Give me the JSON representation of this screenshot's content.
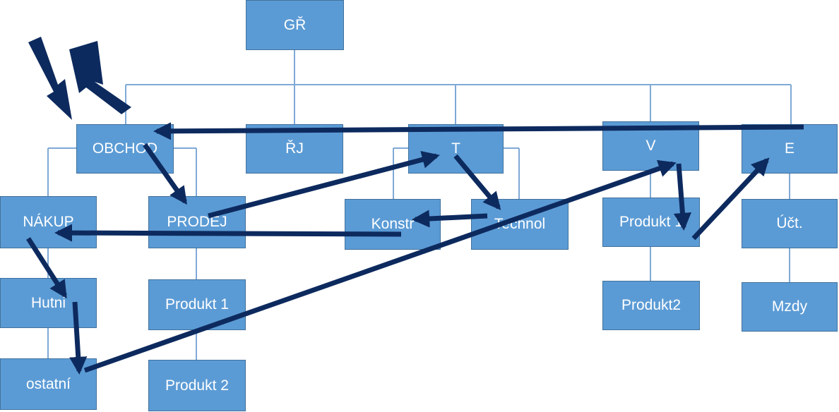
{
  "boxes": {
    "gr": "GŘ",
    "obchod": "OBCHOD",
    "rj": "ŘJ",
    "t": "T",
    "v": "V",
    "e": "E",
    "nakup": "NÁKUP",
    "prodej": "PRODEJ",
    "konstr": "Konstr",
    "technol": "Technol",
    "produkt_v": "Produkt 1",
    "uct": "Účt.",
    "hutni": "Hutni",
    "produkt1": "Produkt 1",
    "produkt2": "Produkt2",
    "mzdy": "Mzdy",
    "ostatni": "ostatní",
    "produkt_2": "Produkt 2"
  },
  "colors": {
    "box_fill": "#5b9bd5",
    "box_border": "#41719c",
    "connector": "#7fa9d6",
    "arrow": "#0d2a5e"
  }
}
